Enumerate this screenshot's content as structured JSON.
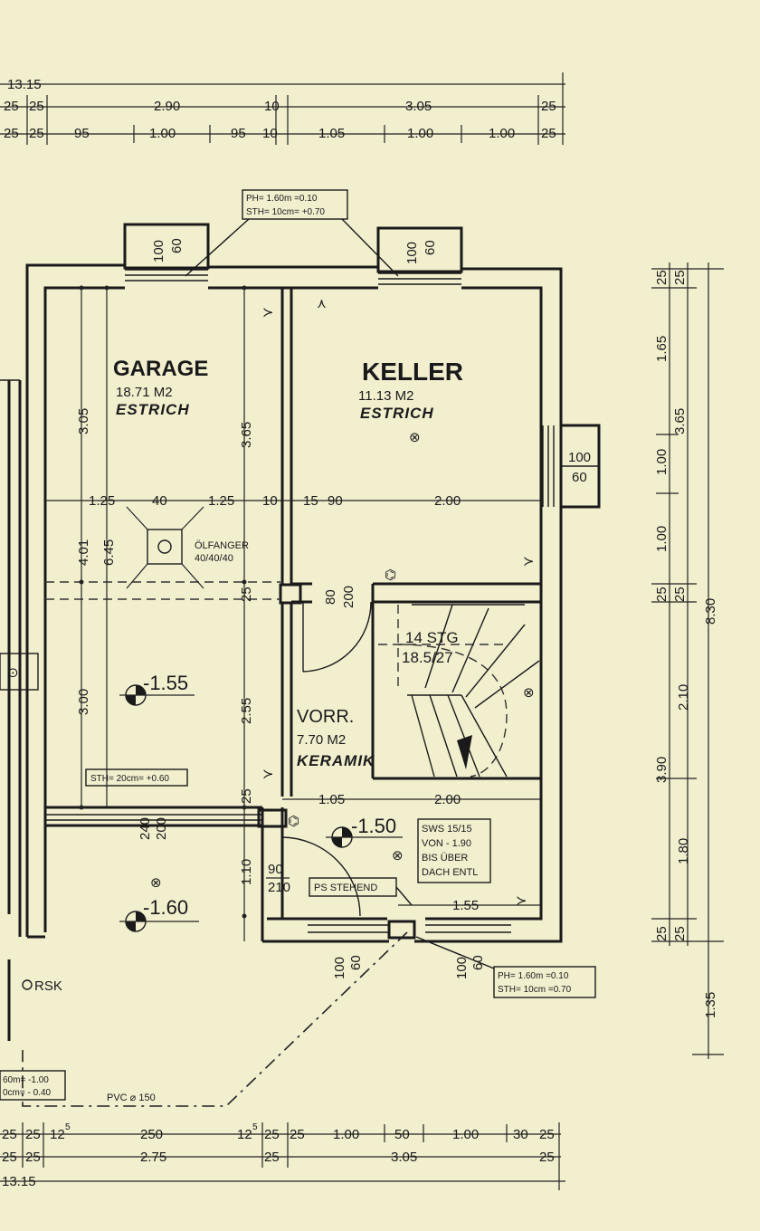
{
  "dims_top": {
    "total": "13.15",
    "r1_a": "25",
    "r1_b": "25",
    "r1_c": "2.90",
    "r1_d": "10",
    "r1_e": "3.05",
    "r1_f": "25",
    "r2_a": "25",
    "r2_b": "25",
    "r2_c": "95",
    "r2_d": "1.00",
    "r2_e": "95",
    "r2_f": "10",
    "r2_g": "1.05",
    "r2_h": "1.00",
    "r2_i": "1.00",
    "r2_j": "25"
  },
  "dims_bottom": {
    "r1_a": "25",
    "r1_b": "25",
    "r1_c": "12",
    "r1_c_sup": "5",
    "r1_d": "250",
    "r1_e": "12",
    "r1_e_sup": "5",
    "r1_f": "25",
    "r1_g": "25",
    "r1_h": "1.00",
    "r1_i": "50",
    "r1_j": "1.00",
    "r1_k": "30",
    "r1_l": "25",
    "r2_a": "25",
    "r2_b": "25",
    "r2_c": "2.75",
    "r2_d": "25",
    "r2_e": "3.05",
    "r2_f": "25",
    "total": "13.15"
  },
  "dims_right": {
    "a1": "25",
    "a2": "1.65",
    "a3": "1.00",
    "a4": "1.00",
    "a5": "25",
    "a6": "2.10",
    "a7": "1.80",
    "a8": "25",
    "b1": "25",
    "b2": "3.65",
    "b3": "25",
    "b4": "3.90",
    "b5": "25",
    "total": "8.30",
    "extra": "1.35"
  },
  "dims_inner": {
    "garage_h1": "3.05",
    "garage_h2": "3.65",
    "garage_h3": "4.01",
    "garage_h4": "6.45",
    "garage_h5": "3.00",
    "garage_h6": "2.55",
    "garage_h7": "25",
    "garage_h8": "25",
    "row_a": "1.25",
    "row_b": "40",
    "row_c": "1.25",
    "row_d": "10",
    "row_e": "15",
    "row_f": "90",
    "row_g": "2.00",
    "door_top_a": "80",
    "door_top_b": "200",
    "door_bottom_a": "240",
    "door_bottom_b": "200",
    "vorr_a": "1.05",
    "vorr_b": "2.00",
    "vorr_c": "1.55",
    "entry_h": "1.10",
    "entry_a": "90",
    "entry_b": "210"
  },
  "rooms": {
    "garage": {
      "name": "GARAGE",
      "area": "18.71 M2",
      "floor": "ESTRICH"
    },
    "keller": {
      "name": "KELLER",
      "area": "11.13 M2",
      "floor": "ESTRICH"
    },
    "vorr": {
      "name": "VORR.",
      "area": "7.70 M2",
      "floor": "KERAMIK"
    }
  },
  "windows": {
    "w1_a": "100",
    "w1_b": "60",
    "w2_a": "100",
    "w2_b": "60",
    "w3_a": "100",
    "w3_b": "60",
    "w4_a": "100",
    "w4_b": "60",
    "w5_a": "100",
    "w5_b": "60"
  },
  "notes": {
    "ph_top": "PH= 1.60m =0.10",
    "sth_top": "STH= 10cm= +0.70",
    "ph_bottom": "PH= 1.60m =0.10",
    "sth_bottom": "STH= 10cm =0.70",
    "oil_title": "ÖLFANGER",
    "oil_size": "40/40/40",
    "sth_garage": "STH= 20cm= +0.60",
    "stairs_a": "14 STG",
    "stairs_b": "18.5/27",
    "sws_1": "SWS 15/15",
    "sws_2": "VON - 1.90",
    "sws_3": "BIS ÜBER",
    "sws_4": "DACH ENTL",
    "ps": "PS STEHEND",
    "rsk": "RSK",
    "pvc": "PVC ⌀ 150",
    "left_a": "60m= -1.00",
    "left_b": "0cm= - 0.40"
  },
  "levels": {
    "garage": "-1.55",
    "entry": "-1.60",
    "vorr": "-1.50"
  }
}
